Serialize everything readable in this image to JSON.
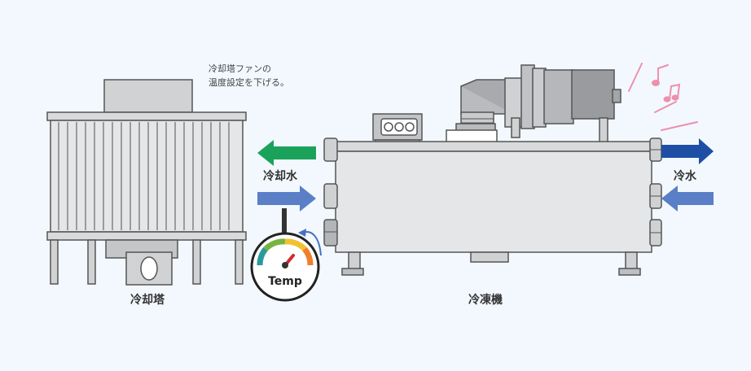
{
  "annotation": {
    "line1": "冷却塔ファンの",
    "line2": "温度設定を下げる。"
  },
  "labels": {
    "cooling_water": "冷却水",
    "chilled_water": "冷水",
    "cooling_tower": "冷却塔",
    "chiller": "冷凍機"
  },
  "gauge": {
    "text": "Temp"
  },
  "icons": {
    "music": "music-notes-icon",
    "gauge": "gauge-icon"
  },
  "colors": {
    "background": "#f2f8fe",
    "machine_gray": "#d0d2d4",
    "outline": "#555555",
    "arrow_green": "#1aa25b",
    "arrow_blue_light": "#5a7fc7",
    "arrow_blue_dark": "#1f4fa5",
    "music_pink": "#ee8fae"
  }
}
